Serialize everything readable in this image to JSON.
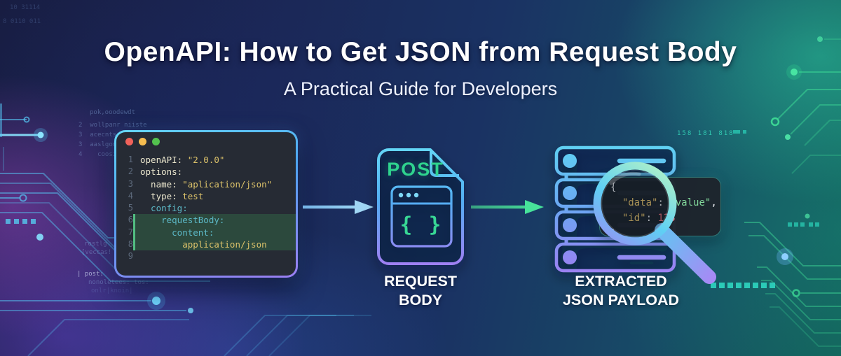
{
  "header": {
    "title": "OpenAPI: How to Get JSON from Request Body",
    "subtitle": "A Practical Guide for Developers"
  },
  "editor": {
    "window_controls": [
      "close-dot",
      "minimize-dot",
      "maximize-dot"
    ],
    "lines": [
      {
        "num": "1",
        "hl": false,
        "tokens": [
          {
            "text": "openAPI: ",
            "style": "key"
          },
          {
            "text": "\"2.0.0\"",
            "style": "string"
          }
        ]
      },
      {
        "num": "2",
        "hl": false,
        "tokens": [
          {
            "text": "options:",
            "style": "key"
          }
        ]
      },
      {
        "num": "3",
        "hl": false,
        "tokens": [
          {
            "text": "  name: ",
            "style": "key"
          },
          {
            "text": "\"aplication/json\"",
            "style": "string"
          }
        ]
      },
      {
        "num": "4",
        "hl": false,
        "tokens": [
          {
            "text": "  type: ",
            "style": "key"
          },
          {
            "text": "test",
            "style": "string"
          }
        ]
      },
      {
        "num": "5",
        "hl": false,
        "tokens": [
          {
            "text": "  config:",
            "style": "teal"
          }
        ]
      },
      {
        "num": "6",
        "hl": true,
        "tokens": [
          {
            "text": "    requestBody:",
            "style": "teal"
          }
        ]
      },
      {
        "num": "7",
        "hl": true,
        "tokens": [
          {
            "text": "      content:",
            "style": "teal"
          }
        ]
      },
      {
        "num": "8",
        "hl": true,
        "tokens": [
          {
            "text": "        application/json",
            "style": "string"
          }
        ]
      },
      {
        "num": "9",
        "hl": false,
        "tokens": []
      }
    ]
  },
  "request_doc": {
    "method": "POST",
    "braces": "{ }",
    "label": [
      "REQUEST",
      "BODY"
    ]
  },
  "extracted": {
    "label": [
      "EXTRACTED",
      "JSON PAYLOAD"
    ],
    "json_lines": [
      [
        {
          "text": "{",
          "style": "punct"
        }
      ],
      [
        {
          "text": "  ",
          "style": "punct"
        },
        {
          "text": "\"data\"",
          "style": "jkey"
        },
        {
          "text": ": ",
          "style": "punct"
        },
        {
          "text": "\"value\"",
          "style": "jstr"
        },
        {
          "text": ",",
          "style": "punct"
        }
      ],
      [
        {
          "text": "  ",
          "style": "punct"
        },
        {
          "text": "\"id\"",
          "style": "jkey"
        },
        {
          "text": ": ",
          "style": "punct"
        },
        {
          "text": "123",
          "style": "jnum"
        }
      ],
      [
        {
          "text": "}",
          "style": "punct"
        }
      ]
    ]
  },
  "icons": [
    "post-document-icon",
    "browser-window-icon",
    "server-stack-icon",
    "magnifier-icon",
    "blue-arrow-right-icon",
    "green-arrow-right-icon"
  ],
  "background_fragments": [
    "pok,ooodewdt",
    "2  wollpanr niiste",
    "3  acecnts",
    "3  aaslgon",
    "4    coosio",
    "rostlg",
    "[veccas!",
    "| post:",
    "nonoletees: tos:",
    "onlr|knoin|",
    "158 181 818",
    "10 31114",
    "8 0110 011"
  ],
  "colors": {
    "accent_cyan": "#5fd0f4",
    "accent_purple": "#9c80f2",
    "accent_green": "#2fd38e",
    "arrow_blue": "#8fc9ee",
    "arrow_green": "#47e29a",
    "editor_bg": "#262b34",
    "highlight_bg": "#2c493d",
    "highlight_bar": "#52bd82",
    "syntax_key": "#eae6cd",
    "syntax_string": "#dcc26a",
    "syntax_teal": "#5cb8c6",
    "json_key": "#e2c06c",
    "json_string": "#82d79b",
    "json_number": "#e2707d",
    "dot_red": "#f0625a",
    "dot_yellow": "#f5bd4f",
    "dot_green": "#53c24e"
  }
}
